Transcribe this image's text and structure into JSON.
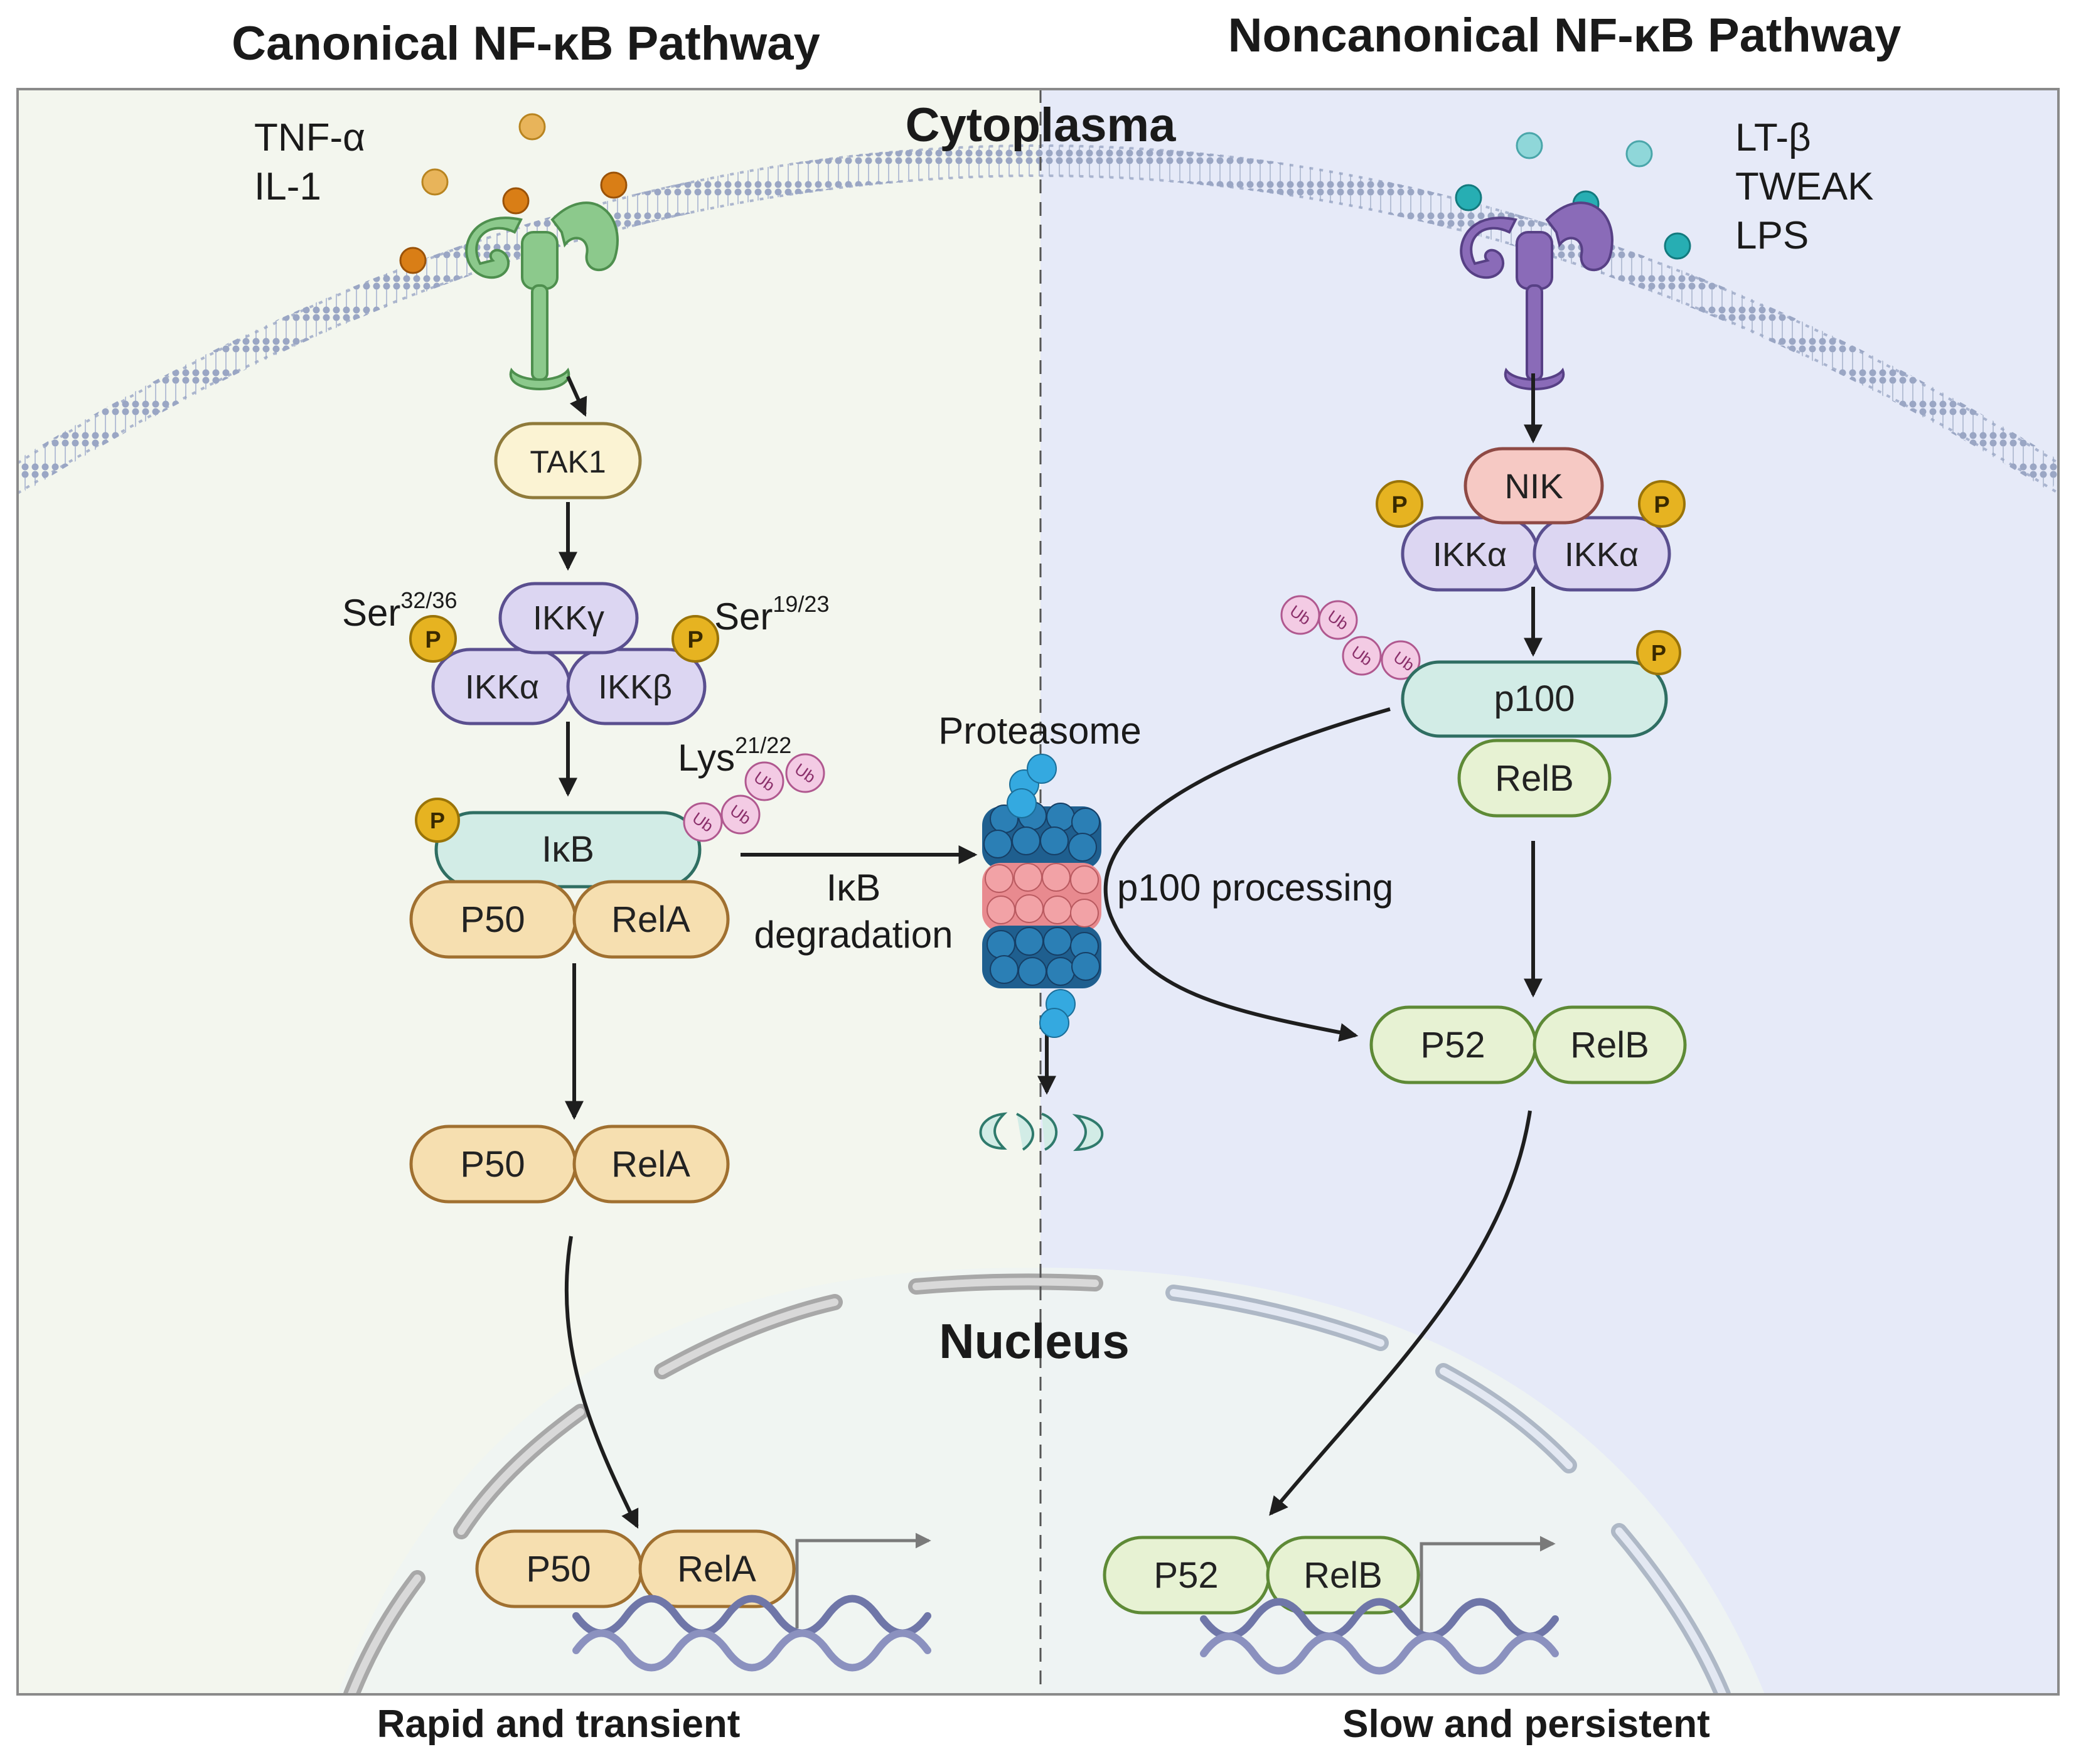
{
  "titles": {
    "canonical": "Canonical NF-κB Pathway",
    "noncanonical": "Noncanonical NF-κB Pathway",
    "cytoplasma": "Cytoplasma",
    "nucleus": "Nucleus",
    "canonical_footer": "Rapid and transient",
    "noncanonical_footer": "Slow and persistent"
  },
  "ligands": {
    "canonical": [
      "TNF-α",
      "IL-1"
    ],
    "noncanonical": [
      "LT-β",
      "TWEAK",
      "LPS"
    ]
  },
  "canonical": {
    "tak1": "TAK1",
    "ikk_gamma": "IKKγ",
    "ikk_alpha": "IKKα",
    "ikk_beta": "IKKβ",
    "ser_left": "Ser",
    "ser_left_sup": "32/36",
    "ser_right": "Ser",
    "ser_right_sup": "19/23",
    "lys": "Lys",
    "lys_sup": "21/22",
    "ikb": "IκB",
    "p50": "P50",
    "rela": "RelA"
  },
  "proteasome": {
    "label": "Proteasome",
    "degradation_line1": "IκB",
    "degradation_line2": "degradation",
    "processing": "p100 processing"
  },
  "noncanonical": {
    "nik": "NIK",
    "ikk_alpha_1": "IKKα",
    "ikk_alpha_2": "IKKα",
    "p100": "p100",
    "relb": "RelB",
    "p52": "P52"
  },
  "tags": {
    "phospho": "P",
    "ubiquitin": "Ub"
  },
  "colors": {
    "canonical_bg": "#f3f6ee",
    "noncanonical_bg": "#e6eaf8",
    "ikk_fill": "#dcd6f2",
    "ikk_stroke": "#5a4f8f",
    "tak_fill": "#fbf3d3",
    "tak_stroke": "#8f7a3a",
    "p50_fill": "#f6dfb0",
    "p50_stroke": "#a07030",
    "ikb_fill": "#d2ece6",
    "ikb_stroke": "#2f6e62",
    "green_fill": "#e7f2d3",
    "green_stroke": "#5e8a36",
    "nik_fill": "#f6c9c4",
    "nik_stroke": "#8f4a45",
    "phospho": "#e6b321",
    "ubiquitin": "#f3cbe4"
  }
}
